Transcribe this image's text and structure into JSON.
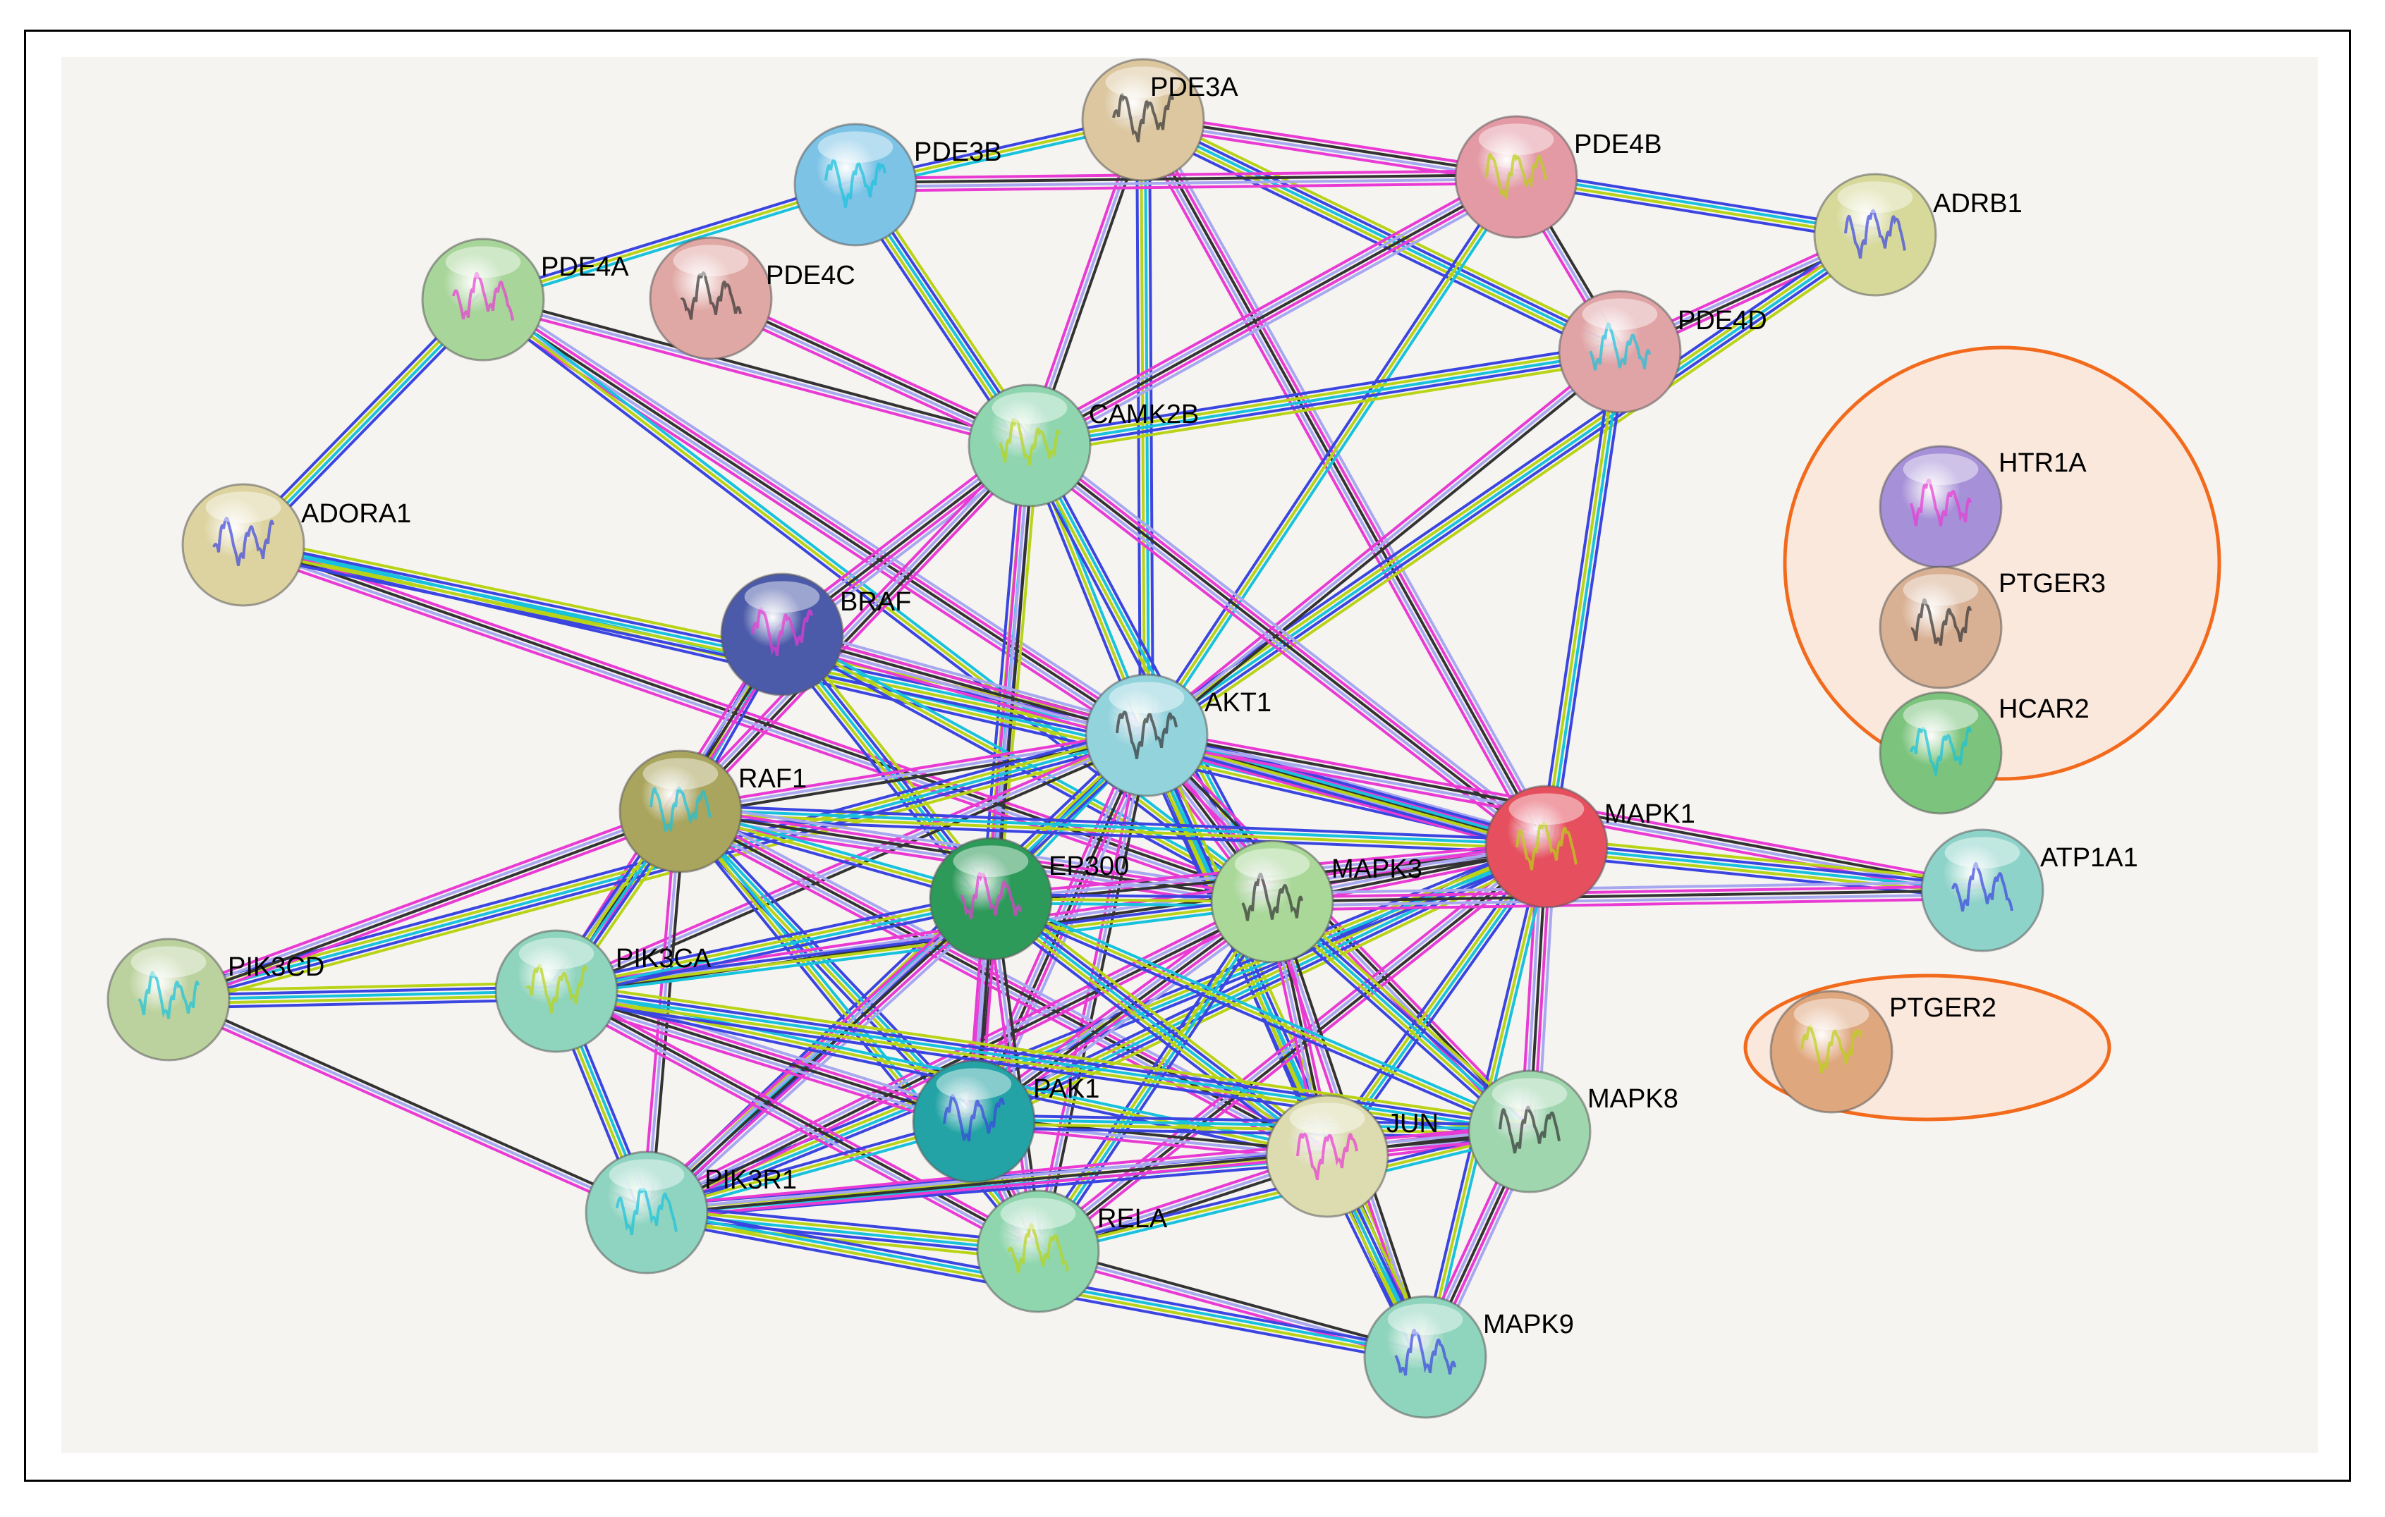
{
  "colors": {
    "canvas_bg": "#f6f4f1",
    "cluster_fill": "#fbe8dc",
    "cluster_stroke": "#f26b1d",
    "edge_cyan": "#19c2dc",
    "edge_magenta": "#e93bd4",
    "edge_lime": "#b9d317",
    "edge_black": "#333333",
    "edge_blue": "#3b45e0",
    "edge_lavender": "#a8a8f0"
  },
  "nodes": [
    {
      "id": "PDE3A",
      "label": "PDE3A",
      "color": "#dcc7a0"
    },
    {
      "id": "PDE3B",
      "label": "PDE3B",
      "color": "#7dc3e6"
    },
    {
      "id": "PDE4B",
      "label": "PDE4B",
      "color": "#e39aa5"
    },
    {
      "id": "ADRB1",
      "label": "ADRB1",
      "color": "#d6d99a"
    },
    {
      "id": "PDE4A",
      "label": "PDE4A",
      "color": "#a8d59a"
    },
    {
      "id": "PDE4C",
      "label": "PDE4C",
      "color": "#e0a8a4"
    },
    {
      "id": "PDE4D",
      "label": "PDE4D",
      "color": "#e0a4a6"
    },
    {
      "id": "CAMK2B",
      "label": "CAMK2B",
      "color": "#8fd6b0"
    },
    {
      "id": "ADORA1",
      "label": "ADORA1",
      "color": "#ddd3a0"
    },
    {
      "id": "BRAF",
      "label": "BRAF",
      "color": "#4c5aaa"
    },
    {
      "id": "AKT1",
      "label": "AKT1",
      "color": "#93d3dc"
    },
    {
      "id": "RAF1",
      "label": "RAF1",
      "color": "#aaa55e"
    },
    {
      "id": "MAPK1",
      "label": "MAPK1",
      "color": "#e6505e"
    },
    {
      "id": "ATP1A1",
      "label": "ATP1A1",
      "color": "#8ed3c9"
    },
    {
      "id": "EP300",
      "label": "EP300",
      "color": "#2e9a5a"
    },
    {
      "id": "MAPK3",
      "label": "MAPK3",
      "color": "#a9d898"
    },
    {
      "id": "PIK3CD",
      "label": "PIK3CD",
      "color": "#bcd29e"
    },
    {
      "id": "PIK3CA",
      "label": "PIK3CA",
      "color": "#8fd4bd"
    },
    {
      "id": "PAK1",
      "label": "PAK1",
      "color": "#23a3a5"
    },
    {
      "id": "JUN",
      "label": "JUN",
      "color": "#dcdcb0"
    },
    {
      "id": "MAPK8",
      "label": "MAPK8",
      "color": "#9fd6ae"
    },
    {
      "id": "PIK3R1",
      "label": "PIK3R1",
      "color": "#8fd4c0"
    },
    {
      "id": "RELA",
      "label": "RELA",
      "color": "#8fd6ae"
    },
    {
      "id": "MAPK9",
      "label": "MAPK9",
      "color": "#8fd4bd"
    },
    {
      "id": "HTR1A",
      "label": "HTR1A",
      "color": "#a690d8"
    },
    {
      "id": "PTGER3",
      "label": "PTGER3",
      "color": "#d8b093"
    },
    {
      "id": "HCAR2",
      "label": "HCAR2",
      "color": "#7cc47e"
    },
    {
      "id": "PTGER2",
      "label": "PTGER2",
      "color": "#dfa77e"
    }
  ],
  "edges": [
    [
      "PDE3A",
      "PDE3B"
    ],
    [
      "PDE3A",
      "PDE4B"
    ],
    [
      "PDE3A",
      "PDE4D"
    ],
    [
      "PDE3A",
      "CAMK2B"
    ],
    [
      "PDE3A",
      "AKT1"
    ],
    [
      "PDE3A",
      "MAPK1"
    ],
    [
      "PDE3B",
      "PDE4A"
    ],
    [
      "PDE3B",
      "PDE4B"
    ],
    [
      "PDE3B",
      "CAMK2B"
    ],
    [
      "PDE4B",
      "PDE4D"
    ],
    [
      "PDE4B",
      "ADRB1"
    ],
    [
      "PDE4B",
      "CAMK2B"
    ],
    [
      "PDE4B",
      "AKT1"
    ],
    [
      "ADRB1",
      "PDE4D"
    ],
    [
      "ADRB1",
      "AKT1"
    ],
    [
      "PDE4A",
      "CAMK2B"
    ],
    [
      "PDE4A",
      "ADORA1"
    ],
    [
      "PDE4A",
      "AKT1"
    ],
    [
      "PDE4A",
      "MAPK3"
    ],
    [
      "PDE4C",
      "CAMK2B"
    ],
    [
      "PDE4D",
      "CAMK2B"
    ],
    [
      "PDE4D",
      "AKT1"
    ],
    [
      "PDE4D",
      "MAPK1"
    ],
    [
      "CAMK2B",
      "BRAF"
    ],
    [
      "CAMK2B",
      "AKT1"
    ],
    [
      "CAMK2B",
      "RAF1"
    ],
    [
      "CAMK2B",
      "EP300"
    ],
    [
      "CAMK2B",
      "PAK1"
    ],
    [
      "CAMK2B",
      "MAPK3"
    ],
    [
      "CAMK2B",
      "MAPK1"
    ],
    [
      "ADORA1",
      "MAPK1"
    ],
    [
      "ADORA1",
      "MAPK3"
    ],
    [
      "ADORA1",
      "AKT1"
    ],
    [
      "BRAF",
      "AKT1"
    ],
    [
      "BRAF",
      "RAF1"
    ],
    [
      "BRAF",
      "MAPK1"
    ],
    [
      "BRAF",
      "MAPK3"
    ],
    [
      "BRAF",
      "PIK3CA"
    ],
    [
      "BRAF",
      "EP300"
    ],
    [
      "AKT1",
      "RAF1"
    ],
    [
      "AKT1",
      "MAPK1"
    ],
    [
      "AKT1",
      "MAPK3"
    ],
    [
      "AKT1",
      "EP300"
    ],
    [
      "AKT1",
      "ATP1A1"
    ],
    [
      "AKT1",
      "PIK3CD"
    ],
    [
      "AKT1",
      "PIK3CA"
    ],
    [
      "AKT1",
      "PIK3R1"
    ],
    [
      "AKT1",
      "PAK1"
    ],
    [
      "AKT1",
      "JUN"
    ],
    [
      "AKT1",
      "MAPK8"
    ],
    [
      "AKT1",
      "MAPK9"
    ],
    [
      "AKT1",
      "RELA"
    ],
    [
      "RAF1",
      "MAPK1"
    ],
    [
      "RAF1",
      "MAPK3"
    ],
    [
      "RAF1",
      "EP300"
    ],
    [
      "RAF1",
      "PIK3CD"
    ],
    [
      "RAF1",
      "PIK3CA"
    ],
    [
      "RAF1",
      "PIK3R1"
    ],
    [
      "RAF1",
      "PAK1"
    ],
    [
      "RAF1",
      "JUN"
    ],
    [
      "RAF1",
      "RELA"
    ],
    [
      "MAPK1",
      "MAPK3"
    ],
    [
      "MAPK1",
      "ATP1A1"
    ],
    [
      "MAPK1",
      "EP300"
    ],
    [
      "MAPK1",
      "JUN"
    ],
    [
      "MAPK1",
      "MAPK8"
    ],
    [
      "MAPK1",
      "MAPK9"
    ],
    [
      "MAPK1",
      "RELA"
    ],
    [
      "MAPK1",
      "PAK1"
    ],
    [
      "MAPK1",
      "PIK3CA"
    ],
    [
      "MAPK1",
      "PIK3R1"
    ],
    [
      "MAPK3",
      "ATP1A1"
    ],
    [
      "MAPK3",
      "EP300"
    ],
    [
      "MAPK3",
      "JUN"
    ],
    [
      "MAPK3",
      "MAPK8"
    ],
    [
      "MAPK3",
      "MAPK9"
    ],
    [
      "MAPK3",
      "RELA"
    ],
    [
      "MAPK3",
      "PAK1"
    ],
    [
      "MAPK3",
      "PIK3CA"
    ],
    [
      "MAPK3",
      "PIK3R1"
    ],
    [
      "EP300",
      "JUN"
    ],
    [
      "EP300",
      "RELA"
    ],
    [
      "EP300",
      "PIK3CA"
    ],
    [
      "EP300",
      "PIK3R1"
    ],
    [
      "EP300",
      "MAPK8"
    ],
    [
      "EP300",
      "PAK1"
    ],
    [
      "PIK3CD",
      "PIK3CA"
    ],
    [
      "PIK3CD",
      "PIK3R1"
    ],
    [
      "PIK3CA",
      "PIK3R1"
    ],
    [
      "PIK3CA",
      "PAK1"
    ],
    [
      "PIK3CA",
      "JUN"
    ],
    [
      "PIK3CA",
      "RELA"
    ],
    [
      "PIK3CA",
      "MAPK8"
    ],
    [
      "PAK1",
      "JUN"
    ],
    [
      "PAK1",
      "MAPK8"
    ],
    [
      "PAK1",
      "RELA"
    ],
    [
      "PAK1",
      "PIK3R1"
    ],
    [
      "JUN",
      "MAPK8"
    ],
    [
      "JUN",
      "MAPK9"
    ],
    [
      "JUN",
      "RELA"
    ],
    [
      "JUN",
      "PIK3R1"
    ],
    [
      "MAPK8",
      "MAPK9"
    ],
    [
      "MAPK8",
      "RELA"
    ],
    [
      "MAPK8",
      "PIK3R1"
    ],
    [
      "RELA",
      "PIK3R1"
    ],
    [
      "RELA",
      "MAPK9"
    ],
    [
      "PIK3R1",
      "MAPK9"
    ]
  ]
}
